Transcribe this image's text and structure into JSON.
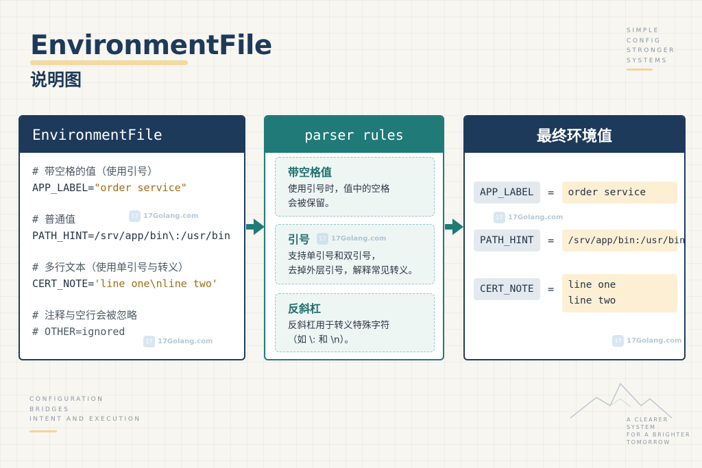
{
  "title": {
    "main": "EnvironmentFile",
    "sub": "说明图"
  },
  "corner_top_right": [
    "SIMPLE",
    "CONFIG",
    "STRONGER",
    "SYSTEMS"
  ],
  "corner_bottom_left": [
    "CONFIGURATION",
    "BRIDGES",
    "INTENT AND EXECUTION"
  ],
  "corner_bottom_right": [
    "A CLEARER",
    "SYSTEM",
    "FOR A BRIGHTER",
    "TOMORROW"
  ],
  "watermark": "17Golang.com",
  "left_panel": {
    "header": "EnvironmentFile",
    "blocks": [
      {
        "comment": "# 带空格的值（使用引号）",
        "key": "APP_LABEL=",
        "value": "\"order service\""
      },
      {
        "comment": "# 普通值",
        "key": "PATH_HINT=",
        "value": "/srv/app/bin\\:/usr/bin"
      },
      {
        "comment": "# 多行文本（使用单引号与转义）",
        "key": "CERT_NOTE=",
        "value": "'line one\\nline two'"
      },
      {
        "comment": "# 注释与空行会被忽略",
        "key": "# OTHER=ignored",
        "value": ""
      }
    ]
  },
  "mid_panel": {
    "header": "parser rules",
    "rules": [
      {
        "title": "带空格值",
        "desc": "使用引号时，值中的空格\n会被保留。"
      },
      {
        "title": "引号",
        "desc": "支持单引号和双引号，\n去掉外层引号，解释常见转义。"
      },
      {
        "title": "反斜杠",
        "desc": "反斜杠用于转义特殊字符\n（如 \\: 和 \\n）。"
      }
    ]
  },
  "right_panel": {
    "header": "最终环境值",
    "equals": "=",
    "rows": [
      {
        "key": "APP_LABEL",
        "lines": [
          "order service"
        ]
      },
      {
        "key": "PATH_HINT",
        "lines": [
          "/srv/app/bin:/usr/bin"
        ]
      },
      {
        "key": "CERT_NOTE",
        "lines": [
          "line one",
          "line two"
        ]
      }
    ]
  },
  "colors": {
    "navy": "#1d3a5a",
    "teal": "#1f7a78",
    "accent": "#f3d9a2",
    "string": "#a06a14"
  }
}
